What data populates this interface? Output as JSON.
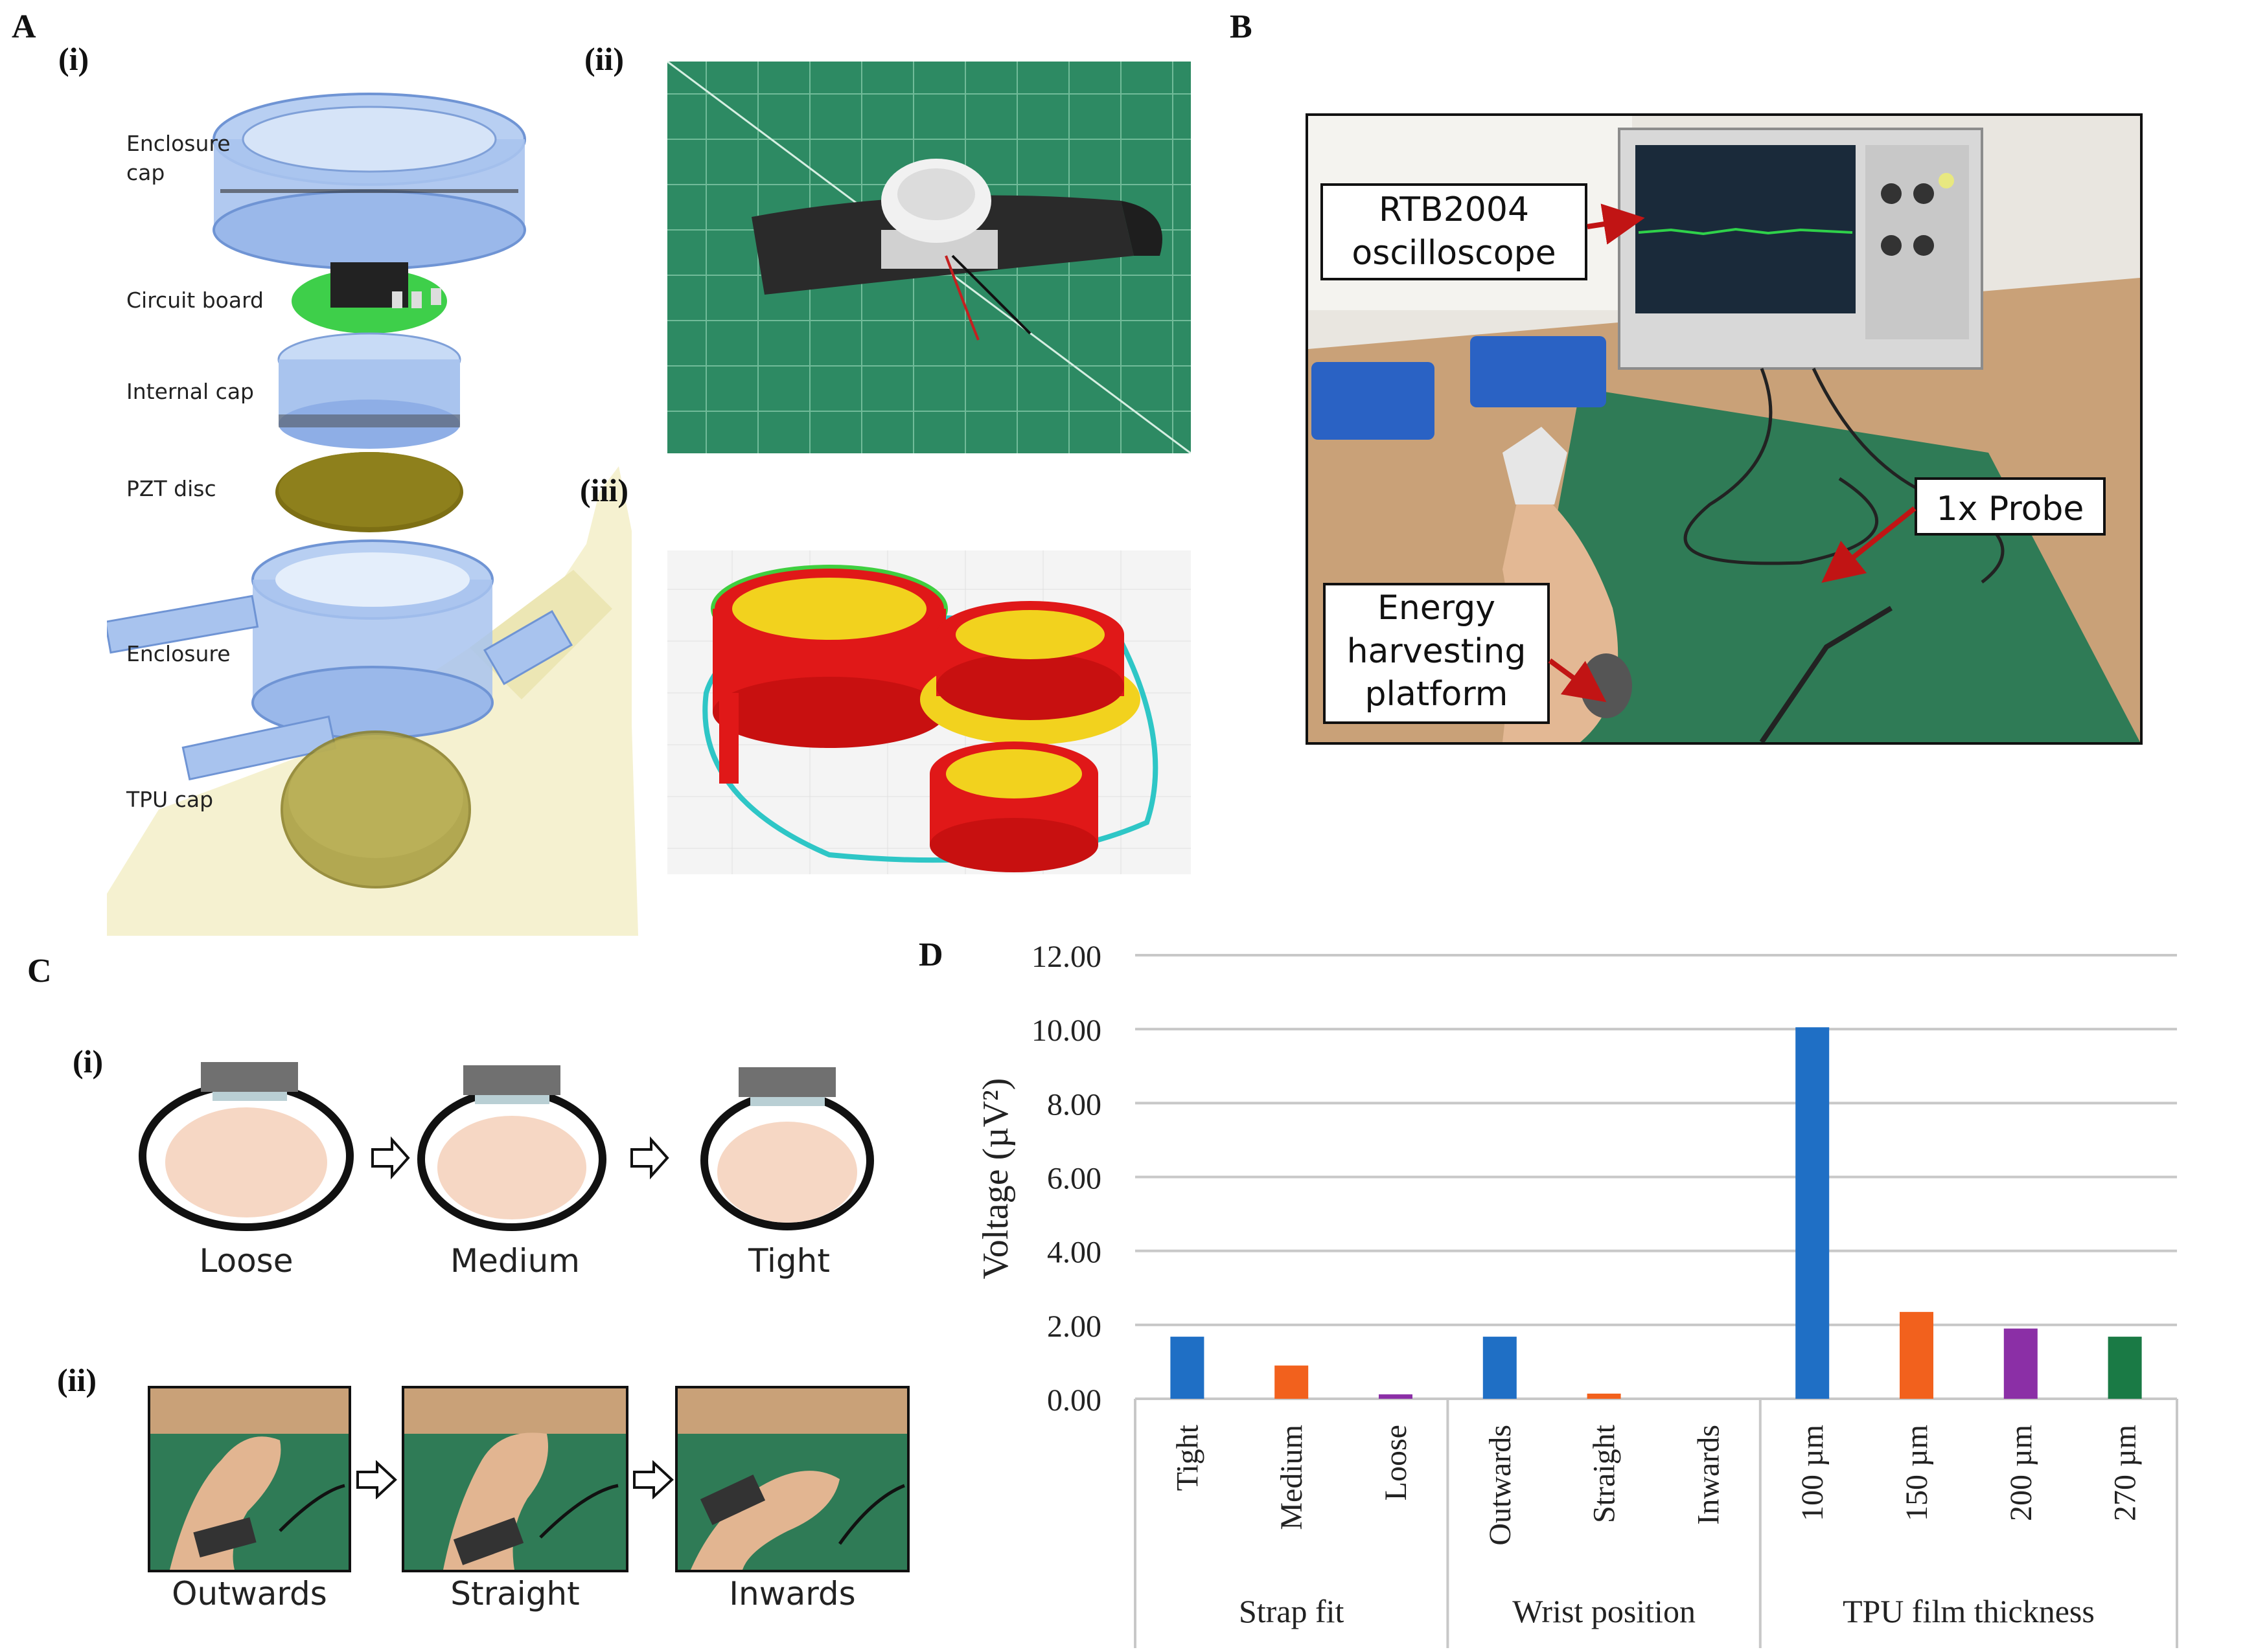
{
  "panels": {
    "A": {
      "label": "A",
      "sub_i": "(i)",
      "sub_ii": "(ii)",
      "sub_iii": "(iii)",
      "parts": [
        "Enclosure\ncap",
        "Circuit board",
        "Internal cap",
        "PZT disc",
        "Enclosure",
        "TPU cap"
      ]
    },
    "B": {
      "label": "B",
      "callouts": {
        "oscilloscope": "RTB2004\noscilloscope",
        "probe": "1x Probe",
        "platform": "Energy\nharvesting\nplatform"
      }
    },
    "C": {
      "label": "C",
      "sub_i": "(i)",
      "sub_ii": "(ii)",
      "fit_labels": [
        "Loose",
        "Medium",
        "Tight"
      ],
      "position_labels": [
        "Outwards",
        "Straight",
        "Inwards"
      ]
    },
    "D": {
      "label": "D"
    }
  },
  "colors": {
    "blue": "#1f6fc5",
    "orange": "#f2611d",
    "purple": "#8b2fa6",
    "green": "#1a7a45",
    "gridline": "#c8c8c8"
  },
  "chart_data": {
    "type": "bar",
    "title": "",
    "ylabel": "Voltage (µV²)",
    "ylim": [
      0,
      12
    ],
    "yticks": [
      "0.00",
      "2.00",
      "4.00",
      "6.00",
      "8.00",
      "10.00",
      "12.00"
    ],
    "grid": true,
    "groups": [
      {
        "name": "Strap fit",
        "categories": [
          "Tight",
          "Medium",
          "Loose"
        ],
        "values": [
          1.68,
          0.9,
          0.12
        ],
        "colors": [
          "blue",
          "orange",
          "purple"
        ]
      },
      {
        "name": "Wrist position",
        "categories": [
          "Outwards",
          "Straight",
          "Inwards"
        ],
        "values": [
          1.68,
          0.14,
          0.0
        ],
        "colors": [
          "blue",
          "orange",
          "purple"
        ]
      },
      {
        "name": "TPU film thickness",
        "categories": [
          "100 µm",
          "150 µm",
          "200 µm",
          "270 µm"
        ],
        "values": [
          10.05,
          2.35,
          1.9,
          1.68
        ],
        "colors": [
          "blue",
          "orange",
          "purple",
          "green"
        ]
      }
    ]
  }
}
